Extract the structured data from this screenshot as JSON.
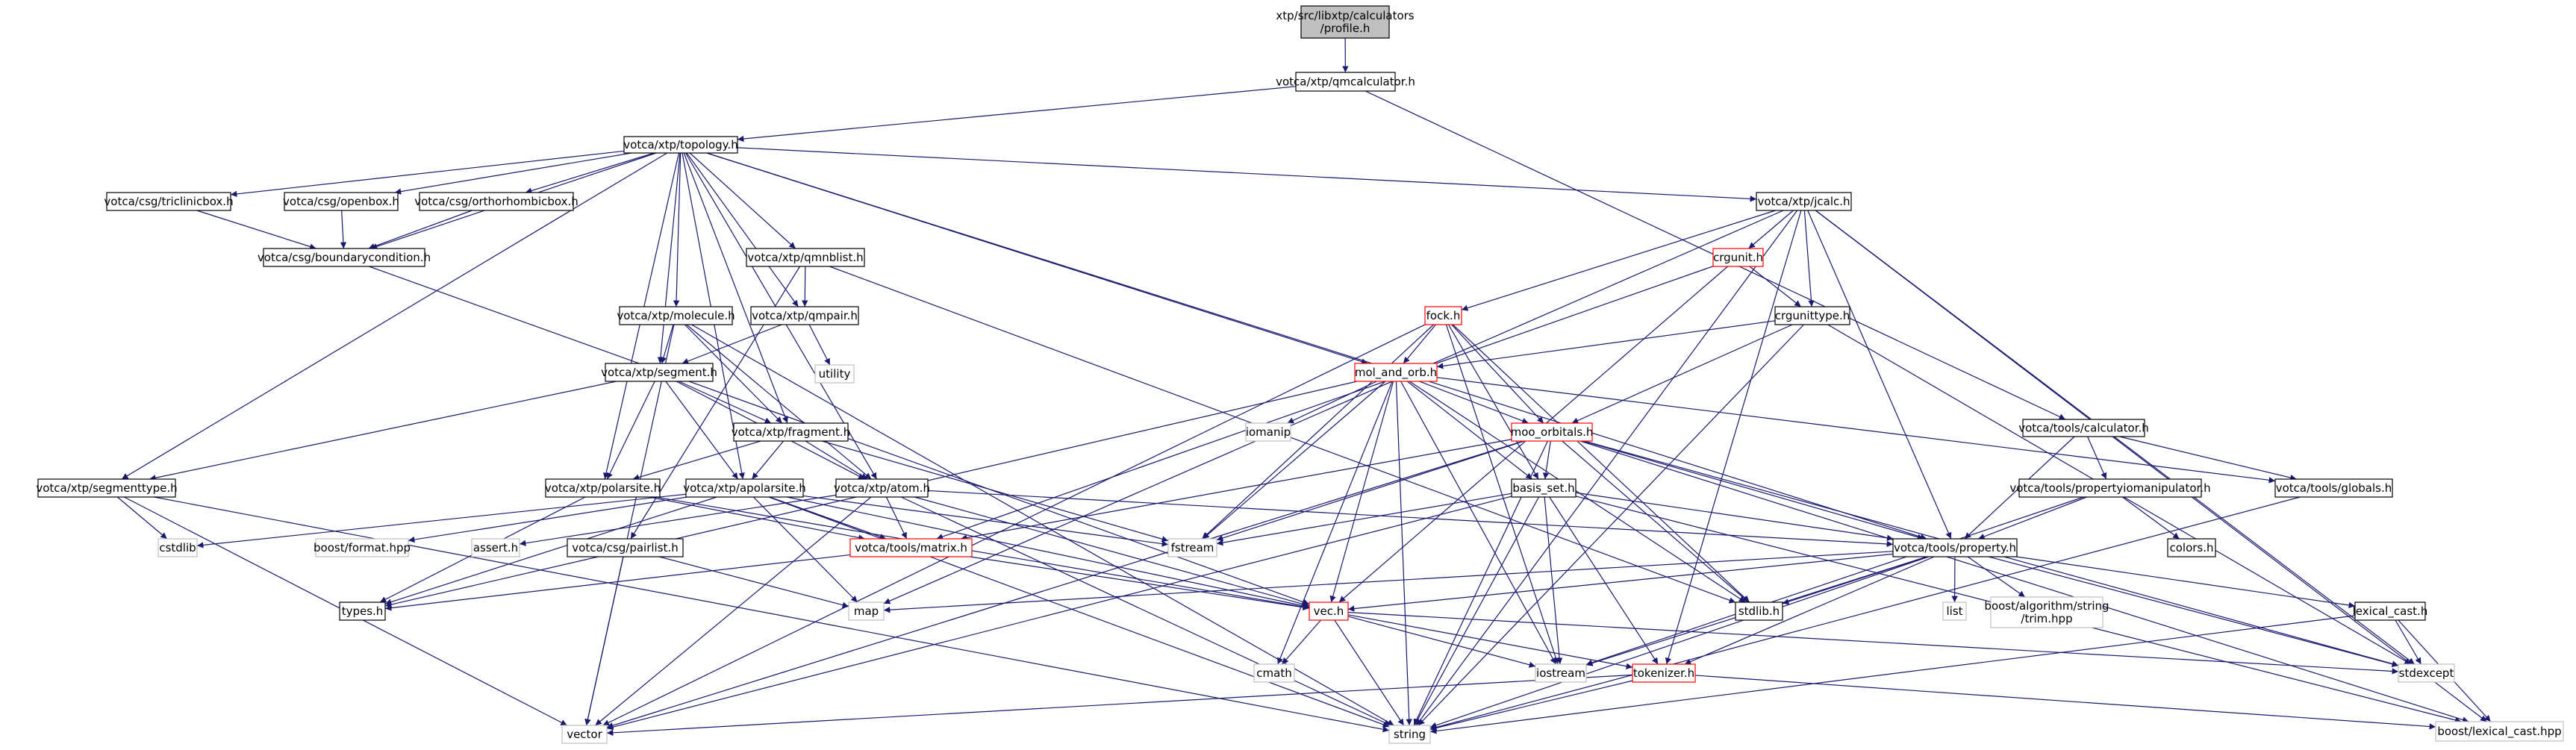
{
  "colors": {
    "edge": "#191970",
    "root_fill": "#bfbfbf",
    "node_border": "#000000",
    "red_border": "#ff0000",
    "leaf_border": "#bfbfbf"
  },
  "nodes": [
    {
      "id": "profile",
      "label": [
        "xtp/src/libxtp/calculators",
        "/profile.h"
      ],
      "style": "root"
    },
    {
      "id": "qmcalculator",
      "label": [
        "votca/xtp/qmcalculator.h"
      ],
      "style": "normal"
    },
    {
      "id": "topology",
      "label": [
        "votca/xtp/topology.h"
      ],
      "style": "normal"
    },
    {
      "id": "tools_calculator",
      "label": [
        "votca/tools/calculator.h"
      ],
      "style": "normal"
    },
    {
      "id": "triclinicbox",
      "label": [
        "votca/csg/triclinicbox.h"
      ],
      "style": "normal"
    },
    {
      "id": "openbox",
      "label": [
        "votca/csg/openbox.h"
      ],
      "style": "normal"
    },
    {
      "id": "orthorhombicbox",
      "label": [
        "votca/csg/orthorhombicbox.h"
      ],
      "style": "normal"
    },
    {
      "id": "boundarycondition",
      "label": [
        "votca/csg/boundarycondition.h"
      ],
      "style": "normal"
    },
    {
      "id": "qmnblist",
      "label": [
        "votca/xtp/qmnblist.h"
      ],
      "style": "normal"
    },
    {
      "id": "qmpair",
      "label": [
        "votca/xtp/qmpair.h"
      ],
      "style": "normal"
    },
    {
      "id": "utility",
      "label": [
        "utility"
      ],
      "style": "leaf"
    },
    {
      "id": "molecule",
      "label": [
        "votca/xtp/molecule.h"
      ],
      "style": "normal"
    },
    {
      "id": "segment",
      "label": [
        "votca/xtp/segment.h"
      ],
      "style": "normal"
    },
    {
      "id": "fragment",
      "label": [
        "votca/xtp/fragment.h"
      ],
      "style": "normal"
    },
    {
      "id": "segmenttype",
      "label": [
        "votca/xtp/segmenttype.h"
      ],
      "style": "normal"
    },
    {
      "id": "polarsite",
      "label": [
        "votca/xtp/polarsite.h"
      ],
      "style": "normal"
    },
    {
      "id": "apolarsite",
      "label": [
        "votca/xtp/apolarsite.h"
      ],
      "style": "normal"
    },
    {
      "id": "atom",
      "label": [
        "votca/xtp/atom.h"
      ],
      "style": "normal"
    },
    {
      "id": "calc",
      "label": [
        "votca/xtp/jcalc.h"
      ],
      "style": "normal"
    },
    {
      "id": "crgunit",
      "label": [
        "crgunit.h"
      ],
      "style": "red"
    },
    {
      "id": "crgunittype",
      "label": [
        "crgunittype.h"
      ],
      "style": "normal"
    },
    {
      "id": "fock",
      "label": [
        "fock.h"
      ],
      "style": "red"
    },
    {
      "id": "mol_and_orb",
      "label": [
        "mol_and_orb.h"
      ],
      "style": "red"
    },
    {
      "id": "iomanip",
      "label": [
        "iomanip"
      ],
      "style": "leaf"
    },
    {
      "id": "moo_orbitals",
      "label": [
        "moo_orbitals.h"
      ],
      "style": "red"
    },
    {
      "id": "basis_set",
      "label": [
        "basis_set.h"
      ],
      "style": "normal"
    },
    {
      "id": "property",
      "label": [
        "votca/tools/property.h"
      ],
      "style": "normal"
    },
    {
      "id": "propertyiomanipulator",
      "label": [
        "votca/tools/propertyiomanipulator.h"
      ],
      "style": "normal"
    },
    {
      "id": "globals",
      "label": [
        "votca/tools/globals.h"
      ],
      "style": "normal"
    },
    {
      "id": "colors",
      "label": [
        "colors.h"
      ],
      "style": "normal"
    },
    {
      "id": "cstdlib",
      "label": [
        "cstdlib"
      ],
      "style": "leaf"
    },
    {
      "id": "boostformat",
      "label": [
        "boost/format.hpp"
      ],
      "style": "leaf"
    },
    {
      "id": "asserth",
      "label": [
        "assert.h"
      ],
      "style": "leaf"
    },
    {
      "id": "pairlist",
      "label": [
        "votca/csg/pairlist.h"
      ],
      "style": "normal"
    },
    {
      "id": "matrix",
      "label": [
        "votca/tools/matrix.h"
      ],
      "style": "red"
    },
    {
      "id": "fstream",
      "label": [
        "fstream"
      ],
      "style": "leaf"
    },
    {
      "id": "types",
      "label": [
        "types.h"
      ],
      "style": "normal"
    },
    {
      "id": "map",
      "label": [
        "map"
      ],
      "style": "leaf"
    },
    {
      "id": "vec",
      "label": [
        "vec.h"
      ],
      "style": "red"
    },
    {
      "id": "stdlib",
      "label": [
        "stdlib.h"
      ],
      "style": "normal"
    },
    {
      "id": "list",
      "label": [
        "list"
      ],
      "style": "leaf"
    },
    {
      "id": "boosttrim",
      "label": [
        "boost/algorithm/string",
        "/trim.hpp"
      ],
      "style": "leaf"
    },
    {
      "id": "lexical_cast",
      "label": [
        "lexical_cast.h"
      ],
      "style": "normal"
    },
    {
      "id": "cmath",
      "label": [
        "cmath"
      ],
      "style": "leaf"
    },
    {
      "id": "iostream",
      "label": [
        "iostream"
      ],
      "style": "leaf"
    },
    {
      "id": "tokenizer",
      "label": [
        "tokenizer.h"
      ],
      "style": "red"
    },
    {
      "id": "stdexcept",
      "label": [
        "stdexcept"
      ],
      "style": "leaf"
    },
    {
      "id": "vector",
      "label": [
        "vector"
      ],
      "style": "leaf"
    },
    {
      "id": "string",
      "label": [
        "string"
      ],
      "style": "leaf"
    },
    {
      "id": "boostlexical",
      "label": [
        "boost/lexical_cast.hpp"
      ],
      "style": "leaf"
    }
  ],
  "edges": [
    [
      "profile",
      "qmcalculator"
    ],
    [
      "qmcalculator",
      "topology"
    ],
    [
      "qmcalculator",
      "tools_calculator"
    ],
    [
      "topology",
      "triclinicbox"
    ],
    [
      "topology",
      "openbox"
    ],
    [
      "topology",
      "orthorhombicbox"
    ],
    [
      "topology",
      "boundarycondition"
    ],
    [
      "topology",
      "qmnblist"
    ],
    [
      "topology",
      "qmpair"
    ],
    [
      "topology",
      "molecule"
    ],
    [
      "topology",
      "segment"
    ],
    [
      "topology",
      "fragment"
    ],
    [
      "topology",
      "segmenttype"
    ],
    [
      "topology",
      "polarsite"
    ],
    [
      "topology",
      "apolarsite"
    ],
    [
      "topology",
      "atom"
    ],
    [
      "topology",
      "calc"
    ],
    [
      "topology",
      "mol_and_orb"
    ],
    [
      "topology",
      "property"
    ],
    [
      "triclinicbox",
      "boundarycondition"
    ],
    [
      "openbox",
      "boundarycondition"
    ],
    [
      "orthorhombicbox",
      "boundarycondition"
    ],
    [
      "boundarycondition",
      "vec"
    ],
    [
      "qmnblist",
      "qmpair"
    ],
    [
      "qmnblist",
      "pairlist"
    ],
    [
      "qmnblist",
      "stdlib"
    ],
    [
      "qmpair",
      "utility"
    ],
    [
      "qmpair",
      "segment"
    ],
    [
      "molecule",
      "segment"
    ],
    [
      "molecule",
      "fragment"
    ],
    [
      "molecule",
      "atom"
    ],
    [
      "molecule",
      "vector"
    ],
    [
      "molecule",
      "string"
    ],
    [
      "segment",
      "fragment"
    ],
    [
      "segment",
      "segmenttype"
    ],
    [
      "segment",
      "polarsite"
    ],
    [
      "segment",
      "apolarsite"
    ],
    [
      "segment",
      "atom"
    ],
    [
      "fragment",
      "polarsite"
    ],
    [
      "fragment",
      "apolarsite"
    ],
    [
      "fragment",
      "atom"
    ],
    [
      "fragment",
      "fstream"
    ],
    [
      "segmenttype",
      "cstdlib"
    ],
    [
      "segmenttype",
      "vector"
    ],
    [
      "segmenttype",
      "string"
    ],
    [
      "polarsite",
      "types"
    ],
    [
      "polarsite",
      "matrix"
    ],
    [
      "polarsite",
      "vec"
    ],
    [
      "apolarsite",
      "boostformat"
    ],
    [
      "apolarsite",
      "types"
    ],
    [
      "apolarsite",
      "matrix"
    ],
    [
      "apolarsite",
      "vec"
    ],
    [
      "apolarsite",
      "map"
    ],
    [
      "apolarsite",
      "string"
    ],
    [
      "apolarsite",
      "fstream"
    ],
    [
      "apolarsite",
      "cstdlib"
    ],
    [
      "atom",
      "matrix"
    ],
    [
      "atom",
      "vec"
    ],
    [
      "atom",
      "asserth"
    ],
    [
      "atom",
      "vector"
    ],
    [
      "atom",
      "property"
    ],
    [
      "atom",
      "string"
    ],
    [
      "calc",
      "crgunit"
    ],
    [
      "calc",
      "crgunittype"
    ],
    [
      "calc",
      "fock"
    ],
    [
      "calc",
      "property"
    ],
    [
      "calc",
      "map"
    ],
    [
      "calc",
      "string"
    ],
    [
      "calc",
      "tokenizer"
    ],
    [
      "calc",
      "stdexcept"
    ],
    [
      "calc",
      "boostlexical"
    ],
    [
      "crgunit",
      "crgunittype"
    ],
    [
      "crgunit",
      "matrix"
    ],
    [
      "crgunit",
      "vec"
    ],
    [
      "crgunittype",
      "mol_and_orb"
    ],
    [
      "crgunittype",
      "moo_orbitals"
    ],
    [
      "crgunittype",
      "stdexcept"
    ],
    [
      "crgunittype",
      "string"
    ],
    [
      "fock",
      "mol_and_orb"
    ],
    [
      "fock",
      "moo_orbitals"
    ],
    [
      "fock",
      "basis_set"
    ],
    [
      "fock",
      "fstream"
    ],
    [
      "fock",
      "iostream"
    ],
    [
      "fock",
      "stdlib"
    ],
    [
      "fock",
      "vector"
    ],
    [
      "mol_and_orb",
      "iomanip"
    ],
    [
      "mol_and_orb",
      "moo_orbitals"
    ],
    [
      "mol_and_orb",
      "basis_set"
    ],
    [
      "mol_and_orb",
      "globals"
    ],
    [
      "mol_and_orb",
      "fstream"
    ],
    [
      "mol_and_orb",
      "cmath"
    ],
    [
      "mol_and_orb",
      "vec"
    ],
    [
      "mol_and_orb",
      "iostream"
    ],
    [
      "mol_and_orb",
      "string"
    ],
    [
      "mol_and_orb",
      "stdlib"
    ],
    [
      "mol_and_orb",
      "types"
    ],
    [
      "moo_orbitals",
      "basis_set"
    ],
    [
      "moo_orbitals",
      "matrix"
    ],
    [
      "moo_orbitals",
      "property"
    ],
    [
      "moo_orbitals",
      "fstream"
    ],
    [
      "moo_orbitals",
      "stdlib"
    ],
    [
      "moo_orbitals",
      "stdexcept"
    ],
    [
      "moo_orbitals",
      "boostlexical"
    ],
    [
      "moo_orbitals",
      "string"
    ],
    [
      "moo_orbitals",
      "vector"
    ],
    [
      "basis_set",
      "property"
    ],
    [
      "basis_set",
      "tokenizer"
    ],
    [
      "basis_set",
      "iostream"
    ],
    [
      "basis_set",
      "string"
    ],
    [
      "basis_set",
      "vector"
    ],
    [
      "basis_set",
      "fstream"
    ],
    [
      "basis_set",
      "boostlexical"
    ],
    [
      "tools_calculator",
      "property"
    ],
    [
      "tools_calculator",
      "propertyiomanipulator"
    ],
    [
      "tools_calculator",
      "globals"
    ],
    [
      "propertyiomanipulator",
      "property"
    ],
    [
      "propertyiomanipulator",
      "colors"
    ],
    [
      "propertyiomanipulator",
      "iostream"
    ],
    [
      "globals",
      "string"
    ],
    [
      "pairlist",
      "map"
    ],
    [
      "pairlist",
      "vector"
    ],
    [
      "matrix",
      "vec"
    ],
    [
      "matrix",
      "types"
    ],
    [
      "property",
      "map"
    ],
    [
      "property",
      "string"
    ],
    [
      "property",
      "list"
    ],
    [
      "property",
      "boosttrim"
    ],
    [
      "property",
      "lexical_cast"
    ],
    [
      "property",
      "vec"
    ],
    [
      "property",
      "stdlib"
    ],
    [
      "property",
      "tokenizer"
    ],
    [
      "property",
      "iostream"
    ],
    [
      "property",
      "stdexcept"
    ],
    [
      "lexical_cast",
      "boostlexical"
    ],
    [
      "lexical_cast",
      "string"
    ],
    [
      "lexical_cast",
      "stdexcept"
    ],
    [
      "vec",
      "cmath"
    ],
    [
      "vec",
      "iostream"
    ],
    [
      "vec",
      "string"
    ],
    [
      "vec",
      "tokenizer"
    ],
    [
      "vec",
      "stdexcept"
    ],
    [
      "tokenizer",
      "string"
    ],
    [
      "tokenizer",
      "vector"
    ],
    [
      "tokenizer",
      "boostlexical"
    ]
  ]
}
